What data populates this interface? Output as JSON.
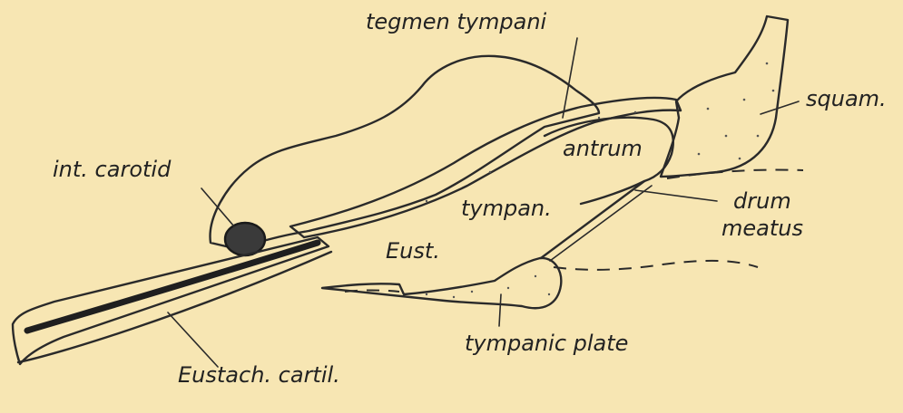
{
  "labels": {
    "tegmen_tympani": "tegmen tympani",
    "squam": "squam.",
    "antrum": "antrum",
    "int_carotid": "int. carotid",
    "tympan": "tympan.",
    "drum": "drum",
    "meatus": "meatus",
    "eust": "Eust.",
    "tympanic_plate": "tympanic plate",
    "eustach_cartil": "Eustach. cartil."
  },
  "colors": {
    "paper": "#f7e6b3",
    "ink": "#2a2a2a"
  }
}
